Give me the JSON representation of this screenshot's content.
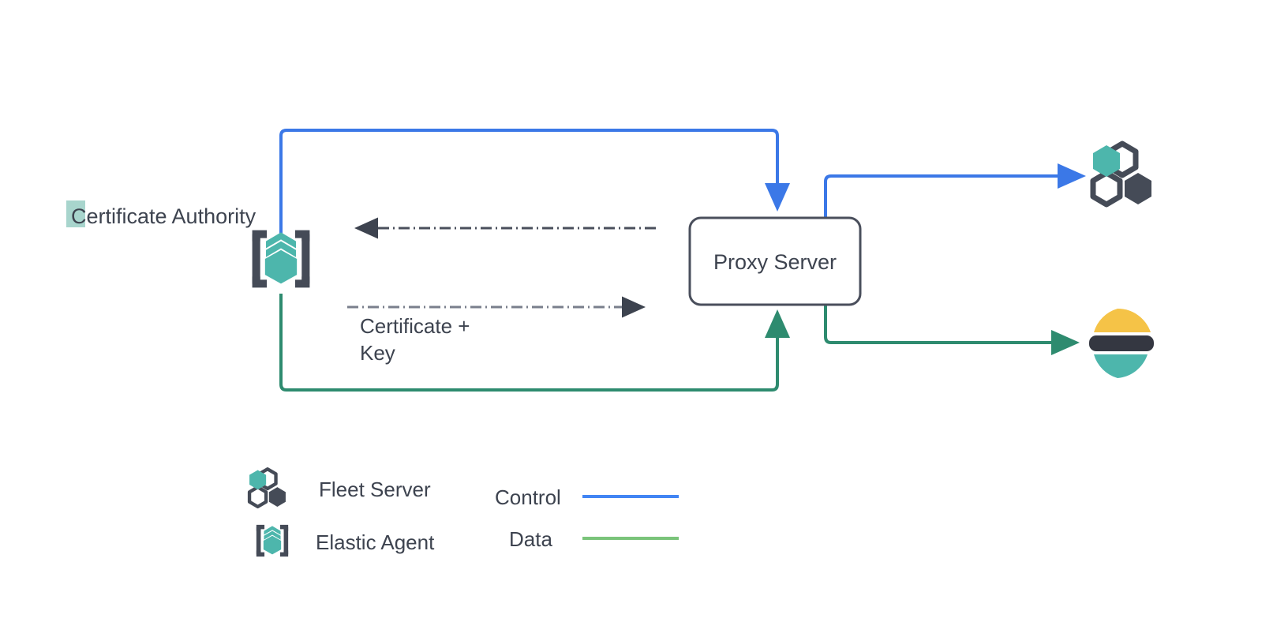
{
  "diagram": {
    "title_hidden": "",
    "nodes": [
      {
        "id": "certificate-authority",
        "label": "Certificate Authority",
        "icon": "elastic-agent-icon"
      },
      {
        "id": "proxy-server",
        "label": "Proxy Server",
        "icon": "rounded-box"
      },
      {
        "id": "fleet-server",
        "label": "",
        "icon": "fleet-server-icon"
      },
      {
        "id": "elasticsearch",
        "label": "",
        "icon": "elasticsearch-icon"
      }
    ],
    "edges": [
      {
        "id": "control-agent-to-proxy",
        "label": "",
        "style": "solid",
        "color": "#3b78e7"
      },
      {
        "id": "data-agent-to-proxy",
        "label": "",
        "style": "solid",
        "color": "#2e8b6f"
      },
      {
        "id": "cert-response-to-ca",
        "label": "",
        "style": "dash-dot",
        "color": "#4a4f5c"
      },
      {
        "id": "certificate-key-to-proxy",
        "label": "Certificate +\nKey",
        "label_line1": "Certificate +",
        "label_line2": "Key",
        "style": "dash-dot",
        "color": "#7a7f8c"
      },
      {
        "id": "control-proxy-to-fleet",
        "label": "",
        "style": "solid",
        "color": "#3b78e7"
      },
      {
        "id": "data-proxy-to-elasticsearch",
        "label": "",
        "style": "solid",
        "color": "#2e8b6f"
      }
    ],
    "selection": {
      "highlighted_character": "C",
      "highlight_color": "#a8d5cd"
    }
  },
  "legend": {
    "items": [
      {
        "id": "fleet-server",
        "label": "Fleet Server",
        "icon": "fleet-server-icon"
      },
      {
        "id": "elastic-agent",
        "label": "Elastic Agent",
        "icon": "elastic-agent-icon"
      }
    ],
    "lines": [
      {
        "id": "control",
        "label": "Control",
        "color": "#4285f4"
      },
      {
        "id": "data",
        "label": "Data",
        "color": "#7ac47a"
      }
    ]
  },
  "colors": {
    "teal": "#4db6ac",
    "dark_slate": "#454b57",
    "blue": "#3b78e7",
    "green": "#2e8b6f",
    "yellow": "#f5c347",
    "elastic_teal": "#4db6ac",
    "box_border": "#4a4f5c",
    "text": "#3d434f"
  }
}
